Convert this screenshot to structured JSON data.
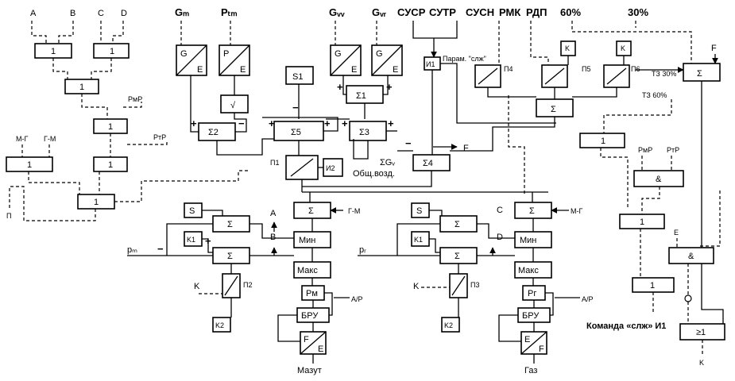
{
  "top_labels": {
    "a": "A",
    "b": "B",
    "c": "C",
    "d": "D",
    "g_m": "Gₘ",
    "p_fm": "Pₜₘ",
    "g_v": "Gᵥᵥ",
    "g_vr": "Gᵥᵣ",
    "susr": "СУСР",
    "sutr": "СУТР",
    "susn": "СУСН",
    "rmk": "РМК",
    "rdp": "РДП",
    "pct60": "60%",
    "pct30": "30%"
  },
  "logic_left": {
    "or_top_left": "1",
    "or_top_right": "1",
    "or_mid": "1",
    "or_rmr": "1",
    "or_rtr": "1",
    "or_side": "1",
    "or_bottom": "1",
    "rmr": "РмР",
    "rtr": "РтР",
    "mg": "М-Г",
    "gm": "Г-М",
    "p_lbl": "П"
  },
  "transducers": {
    "g": "G",
    "e": "E",
    "p": "P",
    "sqrt": "√"
  },
  "sums": {
    "s1": "S1",
    "sig1": "Σ1",
    "sig2": "Σ2",
    "sig3": "Σ3",
    "sig4": "Σ4",
    "sig5": "Σ5",
    "sigma": "Σ",
    "and": "&",
    "or_k": "≥1",
    "i1": "И1",
    "i2": "И2",
    "p1": "П1",
    "p2": "П2",
    "p3": "П3",
    "p4": "П4",
    "p5": "П5",
    "p6": "П6",
    "k": "K",
    "k1": "K1",
    "k2": "K2",
    "s": "S",
    "one": "1"
  },
  "annotations": {
    "param_slezh": "Парам. \"слж\"",
    "sum_gv": "ΣGᵥ",
    "obshch_vozd": "Общ.возд.",
    "f": "F",
    "tz30": "ТЗ 30%",
    "tz60": "ТЗ 60%",
    "gm": "Г-М",
    "mg": "М-Г",
    "rmr": "РмР",
    "rtr": "РтР",
    "e": "E",
    "k": "K",
    "a": "A",
    "b": "B",
    "c": "C",
    "d": "D",
    "p_m": "pₘ",
    "p_g": "pᵣ",
    "ar": "А/Р",
    "kom_slezh": "Команда «слж» И1"
  },
  "fuel_blocks": {
    "min": "Мин",
    "max": "Макс",
    "pm": "Рм",
    "pt": "Рг",
    "bru": "БРУ",
    "f": "F",
    "e": "E",
    "mazut": "Мазут",
    "gaz": "Газ"
  }
}
